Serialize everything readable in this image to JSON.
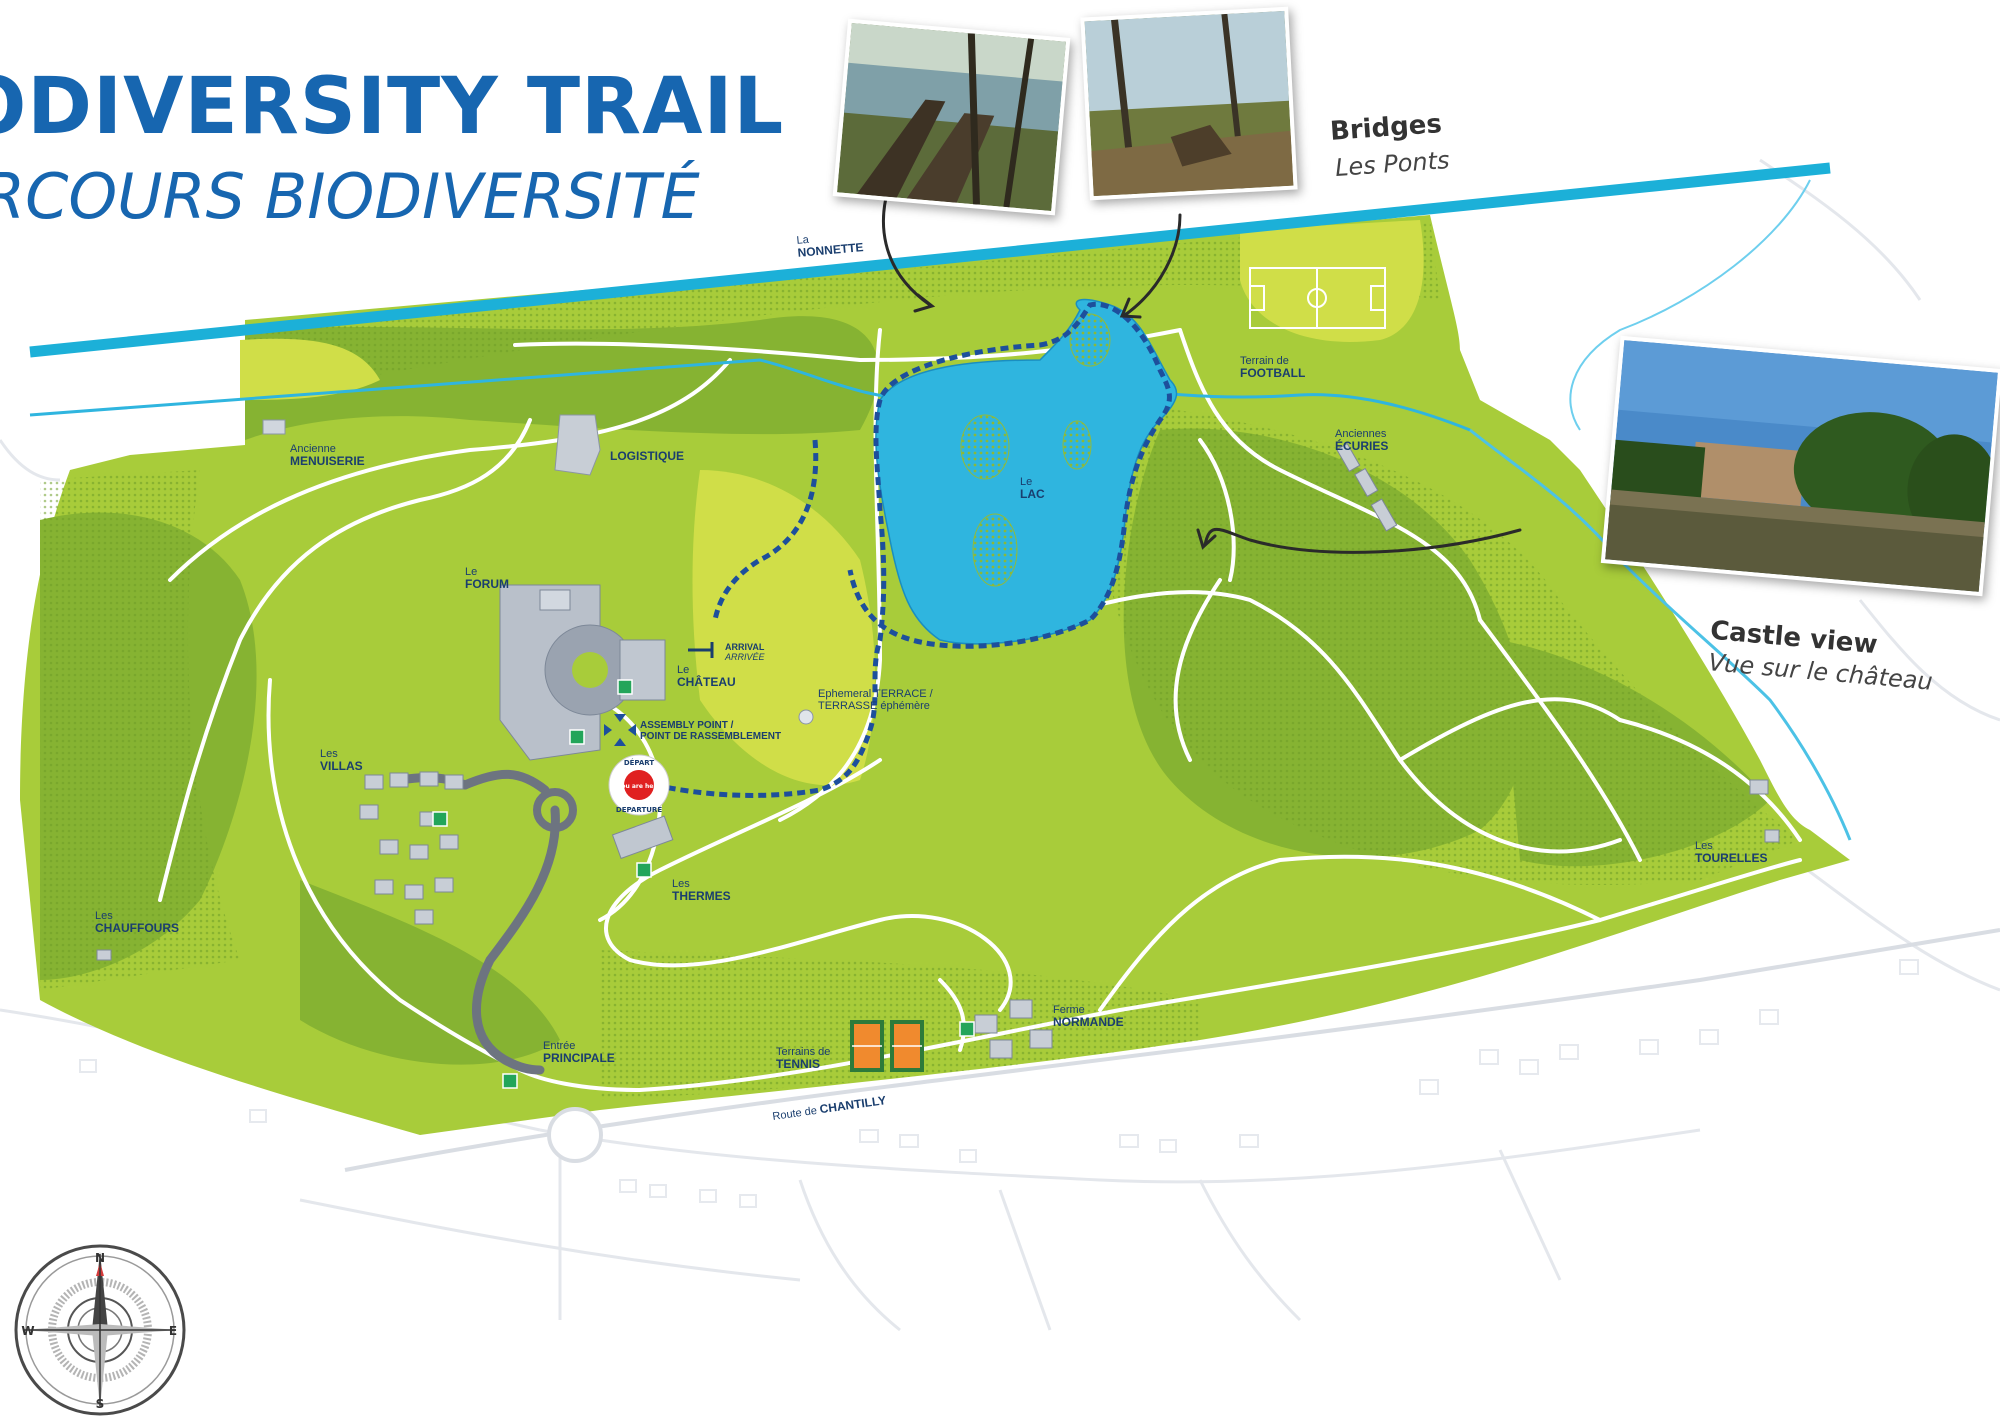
{
  "title": {
    "main": "ODIVERSITY TRAIL",
    "sub": "RCOURS BIODIVERSITÉ"
  },
  "photos": {
    "bridges": {
      "caption": "Bridges",
      "caption_fr": "Les Ponts"
    },
    "castle": {
      "caption": "Castle view",
      "caption_fr": "Vue sur le château"
    }
  },
  "places": {
    "nonnette": {
      "pre": "La",
      "name": "NONNETTE"
    },
    "menuiserie": {
      "pre": "Ancienne",
      "name": "MENUISERIE"
    },
    "logistique": {
      "pre": "",
      "name": "LOGISTIQUE"
    },
    "forum": {
      "pre": "Le",
      "name": "FORUM"
    },
    "chateau": {
      "pre": "Le",
      "name": "CHÂTEAU"
    },
    "arrival": {
      "name": "ARRIVAL",
      "fr": "ARRIVÉE"
    },
    "assembly": {
      "line1": "ASSEMBLY POINT /",
      "line2": "POINT DE RASSEMBLEMENT"
    },
    "terrace": {
      "line1": "Ephemeral TERRACE /",
      "line2": "TERRASSE éphémère"
    },
    "lac": {
      "pre": "Le",
      "name": "LAC"
    },
    "football": {
      "pre": "Terrain de",
      "name": "FOOTBALL"
    },
    "ecuries": {
      "pre": "Anciennes",
      "name": "ÉCURIES"
    },
    "villas": {
      "pre": "Les",
      "name": "VILLAS"
    },
    "thermes": {
      "pre": "Les",
      "name": "THERMES"
    },
    "chauffours": {
      "pre": "Les",
      "name": "CHAUFFOURS"
    },
    "entree": {
      "pre": "Entrée",
      "name": "PRINCIPALE"
    },
    "tennis": {
      "pre": "Terrains de",
      "name": "TENNIS"
    },
    "ferme": {
      "pre": "Ferme",
      "name": "NORMANDE"
    },
    "tourelles": {
      "pre": "Les",
      "name": "TOURELLES"
    },
    "route": {
      "pre": "Route de",
      "name": "CHANTILLY"
    }
  },
  "start_marker": {
    "top": "DÉPART",
    "center": "You are here",
    "bottom": "DEPARTURE"
  },
  "compass": {
    "n": "N",
    "s": "S",
    "e": "E",
    "w": "W"
  },
  "colors": {
    "park_green": "#a8cc3a",
    "dark_green": "#7fad2e",
    "lime": "#d3e04a",
    "lake": "#2fb5df",
    "river": "#1cb0d8",
    "trail": "#1d4f9c",
    "title": "#1766b0",
    "road_grey": "#6d7480"
  }
}
